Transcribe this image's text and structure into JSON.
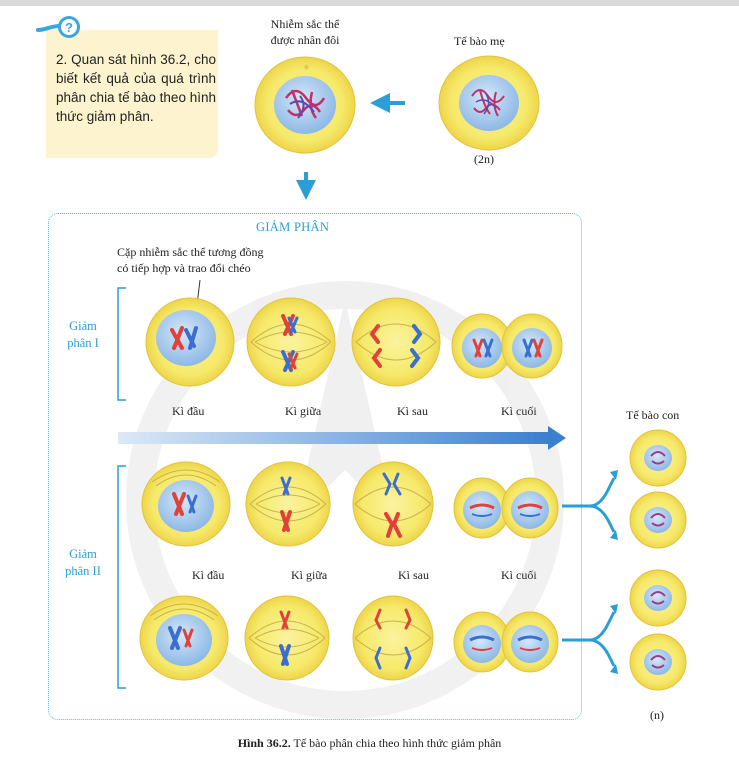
{
  "question": {
    "text": "2. Quan sát hình 36.2, cho biết kết quả của quá trình phân chia tế bào theo hình thức giảm phân."
  },
  "top": {
    "duplicated_label_line1": "Nhiễm sắc thể",
    "duplicated_label_line2": "được nhân đôi",
    "mother_label": "Tế bào mẹ",
    "mother_ploidy": "(2n)"
  },
  "diagram": {
    "title": "GIẢM PHÂN",
    "annotation_line1": "Cặp nhiễm sắc thể tương đồng",
    "annotation_line2": "có tiếp hợp và trao đổi chéo",
    "meiosis1_line1": "Giảm",
    "meiosis1_line2": "phân I",
    "meiosis2_line1": "Giảm",
    "meiosis2_line2": "phân II",
    "phases": [
      "Kì đầu",
      "Kì giữa",
      "Kì sau",
      "Kì cuối"
    ],
    "daughter_label": "Tế bào con",
    "daughter_ploidy": "(n)"
  },
  "caption": {
    "bold": "Hình 36.2.",
    "text": " Tế bào phân chia theo hình thức giảm phân"
  },
  "colors": {
    "cell_yellow": "#f6e96a",
    "cell_border": "#e8c93a",
    "nucleus": "#a9cdee",
    "chrom_red": "#e0413a",
    "chrom_blue": "#3a6fd0",
    "accent_blue": "#2a9fd6"
  }
}
